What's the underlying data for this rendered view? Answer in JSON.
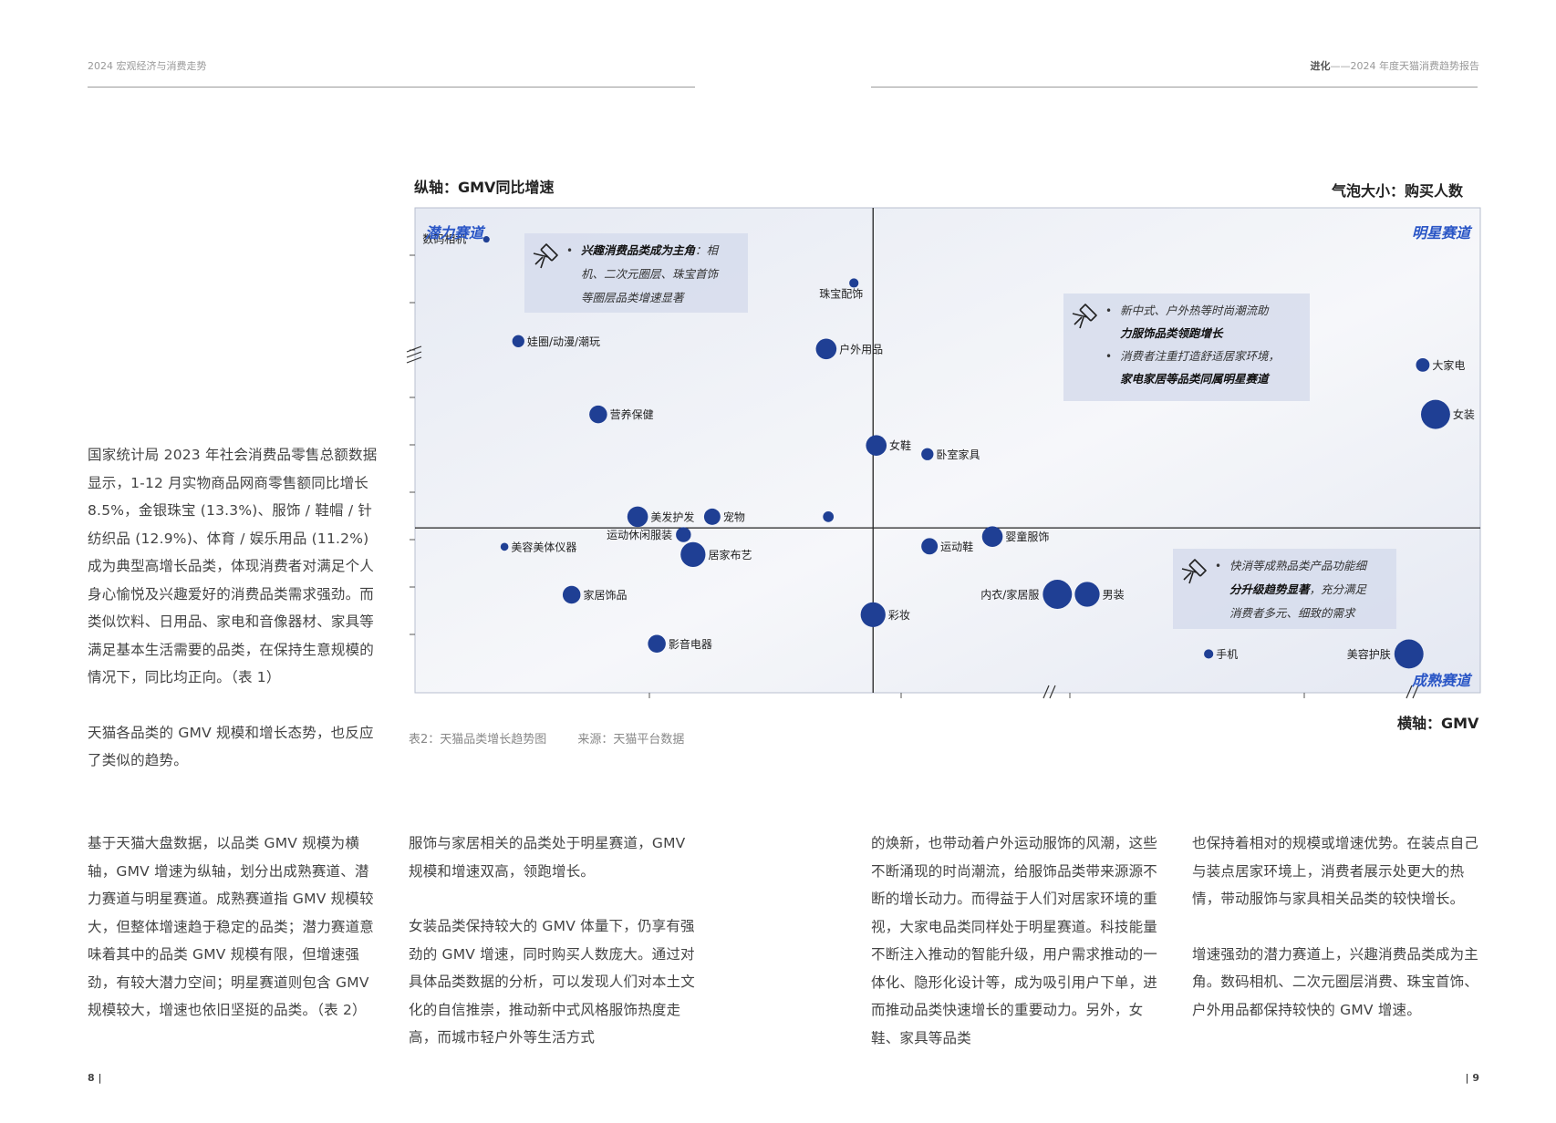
{
  "header": {
    "left": "2024 宏观经济与消费走势",
    "right_brand": "进化",
    "right_title": "——2024 年度天猫消费趋势报告"
  },
  "page_numbers": {
    "left": "8 |",
    "right": "| 9"
  },
  "left_column": {
    "p1": "国家统计局 2023 年社会消费品零售总额数据显示，1-12 月实物商品网商零售额同比增长 8.5%，金银珠宝 (13.3%)、服饰 / 鞋帽 / 针纺织品 (12.9%)、体育 / 娱乐用品 (11.2%) 成为典型高增长品类，体现消费者对满足个人身心愉悦及兴趣爱好的消费品类需求强劲。而类似饮料、日用品、家电和音像器材、家具等满足基本生活需要的品类，在保持生意规模的情况下，同比均正向。（表 1）",
    "p2": "天猫各品类的 GMV 规模和增长态势，也反应了类似的趋势。"
  },
  "bottom_columns": {
    "col1": "基于天猫大盘数据，以品类 GMV 规模为横轴，GMV 增速为纵轴，划分出成熟赛道、潜力赛道与明星赛道。成熟赛道指 GMV 规模较大，但整体增速趋于稳定的品类；潜力赛道意味着其中的品类 GMV 规模有限，但增速强劲，有较大潜力空间；明星赛道则包含 GMV 规模较大，增速也依旧坚挺的品类。（表 2）",
    "col2_p1": "服饰与家居相关的品类处于明星赛道，GMV 规模和增速双高，领跑增长。",
    "col2_p2": "女装品类保持较大的 GMV 体量下，仍享有强劲的 GMV 增速，同时购买人数庞大。通过对具体品类数据的分析，可以发现人们对本土文化的自信推崇，推动新中式风格服饰热度走高，而城市轻户外等生活方式",
    "col3": "的焕新，也带动着户外运动服饰的风潮，这些不断涌现的时尚潮流，给服饰品类带来源源不断的增长动力。而得益于人们对居家环境的重视，大家电品类同样处于明星赛道。科技能量不断注入推动的智能升级，用户需求推动的一体化、隐形化设计等，成为吸引用户下单，进而推动品类快速增长的重要动力。另外，女鞋、家具等品类",
    "col4_p1": "也保持着相对的规模或增速优势。在装点自己与装点居家环境上，消费者展示处更大的热情，带动服饰与家具相关品类的较快增长。",
    "col4_p2": "增速强劲的潜力赛道上，兴趣消费品类成为主角。数码相机、二次元圈层消费、珠宝首饰、户外用品都保持较快的 GMV 增速。"
  },
  "chart_titles": {
    "y_axis": "纵轴：GMV同比增速",
    "bubble": "气泡大小：购买人数",
    "x_axis": "横轴：GMV"
  },
  "caption": {
    "table": "表2：天猫品类增长趋势图",
    "source": "来源：天猫平台数据"
  },
  "colors": {
    "bubble": "#1f3f94",
    "quadrant_label": "#2a56c6",
    "callout_bg": "#d6dcec"
  },
  "chart_data": {
    "type": "scatter",
    "title": "",
    "xlabel": "横轴：GMV",
    "ylabel": "纵轴：GMV同比增速",
    "size_label": "气泡大小：购买人数",
    "xlim": [
      0,
      100
    ],
    "ylim": [
      0,
      100
    ],
    "quadrant_lines": {
      "x": 43,
      "y": 34
    },
    "quadrants": [
      "潜力赛道",
      "明星赛道",
      "成熟赛道"
    ],
    "points": [
      {
        "label": "数码相机",
        "x": 6.7,
        "y": 93.5,
        "size": 1
      },
      {
        "label": "珠宝配饰",
        "x": 41.2,
        "y": 84.5,
        "size": 2
      },
      {
        "label": "娃圈/动漫/潮玩",
        "x": 9.7,
        "y": 72.5,
        "size": 3
      },
      {
        "label": "户外用品",
        "x": 38.6,
        "y": 70.9,
        "size": 6
      },
      {
        "label": "大家电",
        "x": 94.6,
        "y": 67.6,
        "size": 3.5
      },
      {
        "label": "营养保健",
        "x": 17.2,
        "y": 57.4,
        "size": 5
      },
      {
        "label": "女装",
        "x": 95.8,
        "y": 57.4,
        "size": 9
      },
      {
        "label": "女鞋",
        "x": 43.3,
        "y": 51.0,
        "size": 6
      },
      {
        "label": "卧室家具",
        "x": 48.1,
        "y": 49.2,
        "size": 3
      },
      {
        "label": "美发护发",
        "x": 20.9,
        "y": 36.3,
        "size": 6
      },
      {
        "label": "宠物",
        "x": 27.9,
        "y": 36.3,
        "size": 4.5
      },
      {
        "label": "",
        "x": 38.8,
        "y": 36.3,
        "size": 2.5
      },
      {
        "label": "运动休闲服装",
        "x": 25.2,
        "y": 32.6,
        "size": 4
      },
      {
        "label": "美容美体仪器",
        "x": 8.4,
        "y": 30.1,
        "size": 1.5
      },
      {
        "label": "居家布艺",
        "x": 26.1,
        "y": 28.5,
        "size": 7.5
      },
      {
        "label": "运动鞋",
        "x": 48.3,
        "y": 30.2,
        "size": 4.5
      },
      {
        "label": "婴童服饰",
        "x": 54.2,
        "y": 32.2,
        "size": 6
      },
      {
        "label": "家居饰品",
        "x": 14.7,
        "y": 20.2,
        "size": 5
      },
      {
        "label": "内衣/家居服",
        "x": 60.3,
        "y": 20.3,
        "size": 9
      },
      {
        "label": "男装",
        "x": 63.1,
        "y": 20.3,
        "size": 7.5
      },
      {
        "label": "彩妆",
        "x": 43.0,
        "y": 16.1,
        "size": 7.5
      },
      {
        "label": "影音电器",
        "x": 22.7,
        "y": 10.1,
        "size": 5
      },
      {
        "label": "手机",
        "x": 74.5,
        "y": 8.0,
        "size": 2
      },
      {
        "label": "美容护肤",
        "x": 93.3,
        "y": 8.0,
        "size": 9
      }
    ],
    "callouts": [
      {
        "quadrant": "潜力赛道",
        "lines": [
          {
            "bold": "兴趣消费品类成为主角",
            "rest": "：相"
          },
          {
            "bold": "",
            "rest": "机、二次元圈层、珠宝首饰"
          },
          {
            "bold": "",
            "rest": "等圈层品类增速显著"
          }
        ]
      },
      {
        "quadrant": "明星赛道",
        "lines": [
          {
            "bold": "",
            "rest": "新中式、户外热等时尚潮流助"
          },
          {
            "bold": "力服饰品类领跑增长",
            "rest": ""
          },
          {
            "bold": "",
            "rest": "消费者注重打造舒适居家环境，"
          },
          {
            "bold": "家电家居等品类同属明星赛道",
            "rest": ""
          }
        ]
      },
      {
        "quadrant": "成熟赛道",
        "lines": [
          {
            "bold": "",
            "rest": "快消等成熟品类产品功能细"
          },
          {
            "bold": "分升级趋势显著",
            "rest": "，充分满足"
          },
          {
            "bold": "",
            "rest": "消费者多元、细致的需求"
          }
        ]
      }
    ]
  }
}
